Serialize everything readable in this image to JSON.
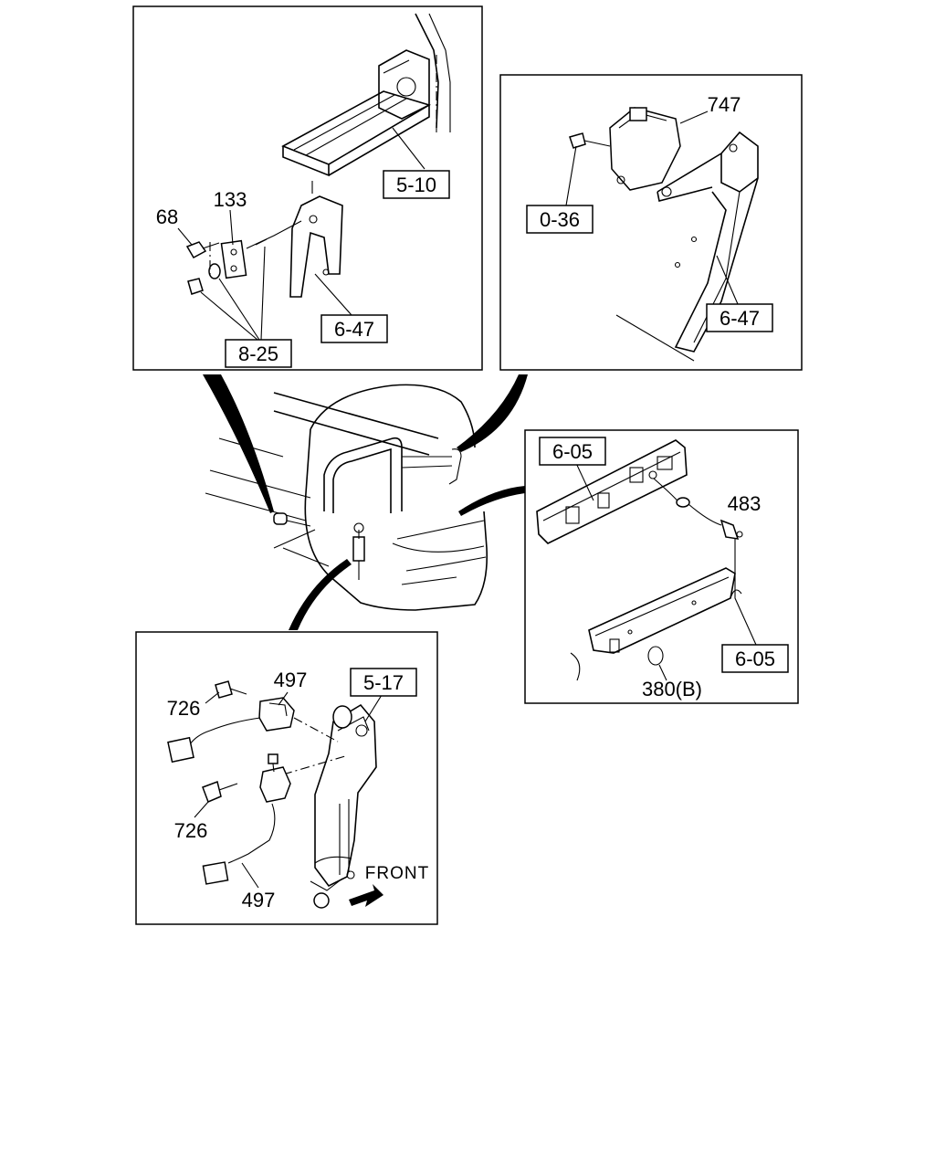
{
  "callouts": {
    "tl_box": "5-10",
    "tl_133": "133",
    "tl_68": "68",
    "tl_6_47": "6-47",
    "tl_8_25": "8-25",
    "tr_747": "747",
    "tr_0_36": "0-36",
    "tr_6_47": "6-47",
    "mr_6_05_top": "6-05",
    "mr_483": "483",
    "mr_6_05_bottom": "6-05",
    "mr_380b": "380(B)",
    "bl_5_17": "5-17",
    "bl_497_top": "497",
    "bl_726_top": "726",
    "bl_726_bottom": "726",
    "bl_497_bottom": "497",
    "bl_front": "FRONT"
  }
}
